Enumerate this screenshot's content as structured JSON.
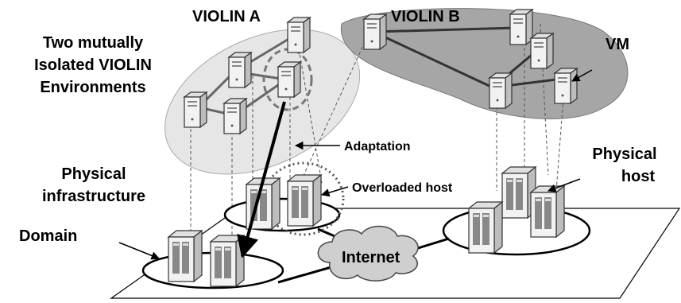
{
  "labels": {
    "violin_a": "VIOLIN A",
    "violin_b": "VIOLIN B",
    "two_mutually_line1": "Two mutually",
    "two_mutually_line2": "Isolated VIOLIN",
    "two_mutually_line3": "Environments",
    "vm": "VM",
    "adaptation": "Adaptation",
    "physical_infra_line1": "Physical",
    "physical_infra_line2": "infrastructure",
    "overloaded_host": "Overloaded host",
    "physical_host_line1": "Physical",
    "physical_host_line2": "host",
    "domain": "Domain",
    "internet": "Internet"
  },
  "colors": {
    "violin_a_fill": "#e6e6e6",
    "violin_b_fill": "#a6a6a6",
    "line": "#000000",
    "dashed": "#555555"
  },
  "icons": [
    "server-icon",
    "cloud-icon"
  ]
}
